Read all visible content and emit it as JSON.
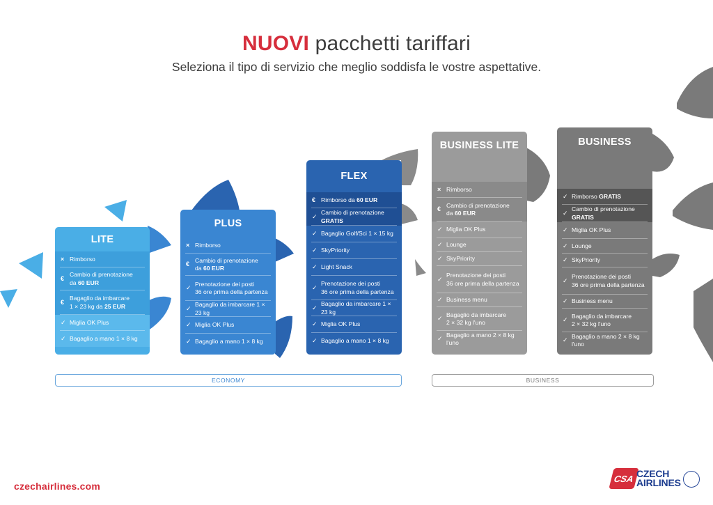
{
  "header": {
    "title_accent": "NUOVI",
    "title_rest": " pacchetti tariffari",
    "subtitle": "Seleziona il tipo di servizio che meglio soddisfa le vostre aspettative."
  },
  "colors": {
    "accent_red": "#d62e3c",
    "lite": "#4aaee6",
    "plus": "#3a86d2",
    "flex": "#2a64b0",
    "business_lite": "#9b9b9b",
    "business": "#7a7a7a"
  },
  "cards": {
    "lite": {
      "name": "LITE",
      "rows": [
        {
          "icon": "×",
          "icon_name": "cross-icon",
          "text": "Rimborso"
        },
        {
          "icon": "€",
          "icon_name": "euro-icon",
          "text": "Cambio di prenotazione\nda ",
          "bold": "60 EUR"
        },
        {
          "icon": "€",
          "icon_name": "euro-icon",
          "text": "Bagaglio da imbarcare\n1 × 23 kg da ",
          "bold": "25 EUR"
        },
        {
          "icon": "✓",
          "icon_name": "check-icon",
          "text": "Miglia OK Plus"
        },
        {
          "icon": "✓",
          "icon_name": "check-icon",
          "text": "Bagaglio a mano 1 × 8 kg"
        }
      ]
    },
    "plus": {
      "name": "PLUS",
      "rows": [
        {
          "icon": "×",
          "icon_name": "cross-icon",
          "text": "Rimborso"
        },
        {
          "icon": "€",
          "icon_name": "euro-icon",
          "text": "Cambio di prenotazione\nda ",
          "bold": "60 EUR"
        },
        {
          "icon": "✓",
          "icon_name": "check-icon",
          "text": "Prenotazione dei posti\n36 ore prima della partenza"
        },
        {
          "icon": "✓",
          "icon_name": "check-icon",
          "text": "Bagaglio da imbarcare 1 × 23 kg"
        },
        {
          "icon": "✓",
          "icon_name": "check-icon",
          "text": "Miglia OK Plus"
        },
        {
          "icon": "✓",
          "icon_name": "check-icon",
          "text": "Bagaglio a mano 1 × 8 kg"
        }
      ]
    },
    "flex": {
      "name": "FLEX",
      "rows": [
        {
          "icon": "€",
          "icon_name": "euro-icon",
          "text": "Rimborso da ",
          "bold": "60 EUR"
        },
        {
          "icon": "✓",
          "icon_name": "check-icon",
          "text": "Cambio di prenotazione ",
          "bold": "GRATIS"
        },
        {
          "icon": "✓",
          "icon_name": "check-icon",
          "text": "Bagaglio Golf/Sci 1 × 15 kg"
        },
        {
          "icon": "✓",
          "icon_name": "check-icon",
          "text": "SkyPriority"
        },
        {
          "icon": "✓",
          "icon_name": "check-icon",
          "text": "Light Snack"
        },
        {
          "icon": "✓",
          "icon_name": "check-icon",
          "text": "Prenotazione dei posti\n36 ore prima della partenza"
        },
        {
          "icon": "✓",
          "icon_name": "check-icon",
          "text": "Bagaglio da imbarcare 1 × 23 kg"
        },
        {
          "icon": "✓",
          "icon_name": "check-icon",
          "text": "Miglia OK Plus"
        },
        {
          "icon": "✓",
          "icon_name": "check-icon",
          "text": "Bagaglio a mano 1 × 8 kg"
        }
      ]
    },
    "business_lite": {
      "name": "BUSINESS LITE",
      "rows": [
        {
          "icon": "×",
          "icon_name": "cross-icon",
          "text": "Rimborso"
        },
        {
          "icon": "€",
          "icon_name": "euro-icon",
          "text": "Cambio di prenotazione\nda ",
          "bold": "60 EUR"
        },
        {
          "icon": "✓",
          "icon_name": "check-icon",
          "text": "Miglia OK Plus"
        },
        {
          "icon": "✓",
          "icon_name": "check-icon",
          "text": "Lounge"
        },
        {
          "icon": "✓",
          "icon_name": "check-icon",
          "text": "SkyPriority"
        },
        {
          "icon": "✓",
          "icon_name": "check-icon",
          "text": "Prenotazione dei posti\n36 ore prima della partenza"
        },
        {
          "icon": "✓",
          "icon_name": "check-icon",
          "text": "Business menu"
        },
        {
          "icon": "✓",
          "icon_name": "check-icon",
          "text": "Bagaglio da imbarcare\n2 × 32 kg l'uno"
        },
        {
          "icon": "✓",
          "icon_name": "check-icon",
          "text": "Bagaglio a mano 2 × 8 kg l'uno"
        }
      ]
    },
    "business": {
      "name": "BUSINESS",
      "rows": [
        {
          "icon": "✓",
          "icon_name": "check-icon",
          "text": "Rimborso ",
          "bold": "GRATIS"
        },
        {
          "icon": "✓",
          "icon_name": "check-icon",
          "text": "Cambio di prenotazione ",
          "bold": "GRATIS"
        },
        {
          "icon": "✓",
          "icon_name": "check-icon",
          "text": "Miglia OK Plus"
        },
        {
          "icon": "✓",
          "icon_name": "check-icon",
          "text": "Lounge"
        },
        {
          "icon": "✓",
          "icon_name": "check-icon",
          "text": "SkyPriority"
        },
        {
          "icon": "✓",
          "icon_name": "check-icon",
          "text": "Prenotazione dei posti\n36 ore prima della partenza"
        },
        {
          "icon": "✓",
          "icon_name": "check-icon",
          "text": "Business menu"
        },
        {
          "icon": "✓",
          "icon_name": "check-icon",
          "text": "Bagaglio da imbarcare\n2 × 32 kg l'uno"
        },
        {
          "icon": "✓",
          "icon_name": "check-icon",
          "text": "Bagaglio a mano 2 × 8 kg l'uno"
        }
      ]
    }
  },
  "groups": {
    "economy": "ECONOMY",
    "business": "BUSINESS"
  },
  "footer": {
    "website": "czechairlines.com",
    "logo_mark": "CSA",
    "logo_line1": "CZECH",
    "logo_line2": "AIRLINES"
  }
}
